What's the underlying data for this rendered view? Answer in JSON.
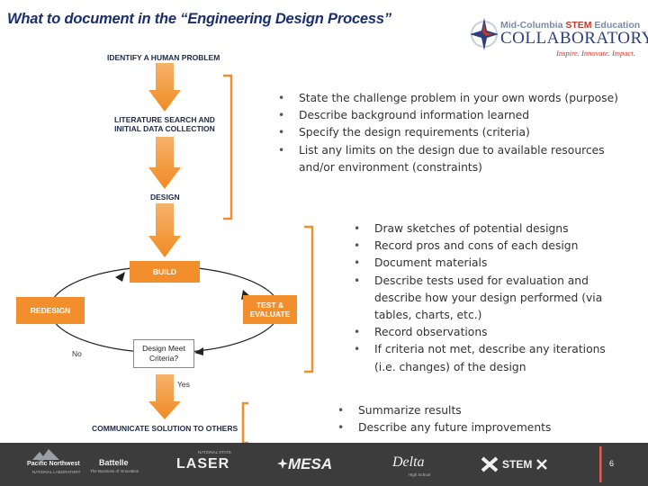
{
  "slide": {
    "title": "What to document in the “Engineering Design Process”",
    "page_number": "6"
  },
  "logo": {
    "top_line_prefix": "Mid-Columbia ",
    "top_line_highlight": "STEM",
    "top_line_suffix": " Education",
    "main": "COLLABORATORY",
    "tagline": "Inspire. Innovate. Impact."
  },
  "flow": {
    "identify": "IDENTIFY A HUMAN PROBLEM",
    "literature_line1": "LITERATURE SEARCH AND",
    "literature_line2": "INITIAL DATA COLLECTION",
    "design": "DESIGN",
    "build": "BUILD",
    "redesign": "REDESIGN",
    "test_line1": "TEST &",
    "test_line2": "EVALUATE",
    "decision_line1": "Design Meet",
    "decision_line2": "Criteria?",
    "no": "No",
    "yes": "Yes",
    "communicate": "COMMUNICATE SOLUTION TO OTHERS"
  },
  "bullets_group1": [
    "State the challenge problem in your own words (purpose)",
    "Describe background information learned",
    "Specify the design requirements (criteria)",
    " List any limits on the design due to available resources and/or environment (constraints)"
  ],
  "bullets_group2": [
    "Draw sketches of potential  designs",
    "Record pros and cons of each design",
    "Document materials",
    "Describe tests used for evaluation and describe how your design performed (via tables, charts, etc.)",
    "Record observations",
    "If criteria not met, describe any iterations (i.e. changes) of the design"
  ],
  "bullets_group3": [
    "Summarize results",
    "Describe any future improvements"
  ],
  "footer": {
    "pnnl_line1": "Pacific Northwest",
    "pnnl_line2": "NATIONAL LABORATORY",
    "battelle": "Battelle",
    "battelle_sub": "The Business of Innovation",
    "laser_top": "NATIONAL STATE",
    "laser": "LASER",
    "mesa": "MESA",
    "delta": "Delta",
    "delta_sub": "High School",
    "stemx": "STEM"
  },
  "colors": {
    "title": "#1a2f6e",
    "flow_orange": "#f28e2b",
    "bracket_orange": "#f28e2b",
    "footer_bg": "#3c3c3c"
  }
}
